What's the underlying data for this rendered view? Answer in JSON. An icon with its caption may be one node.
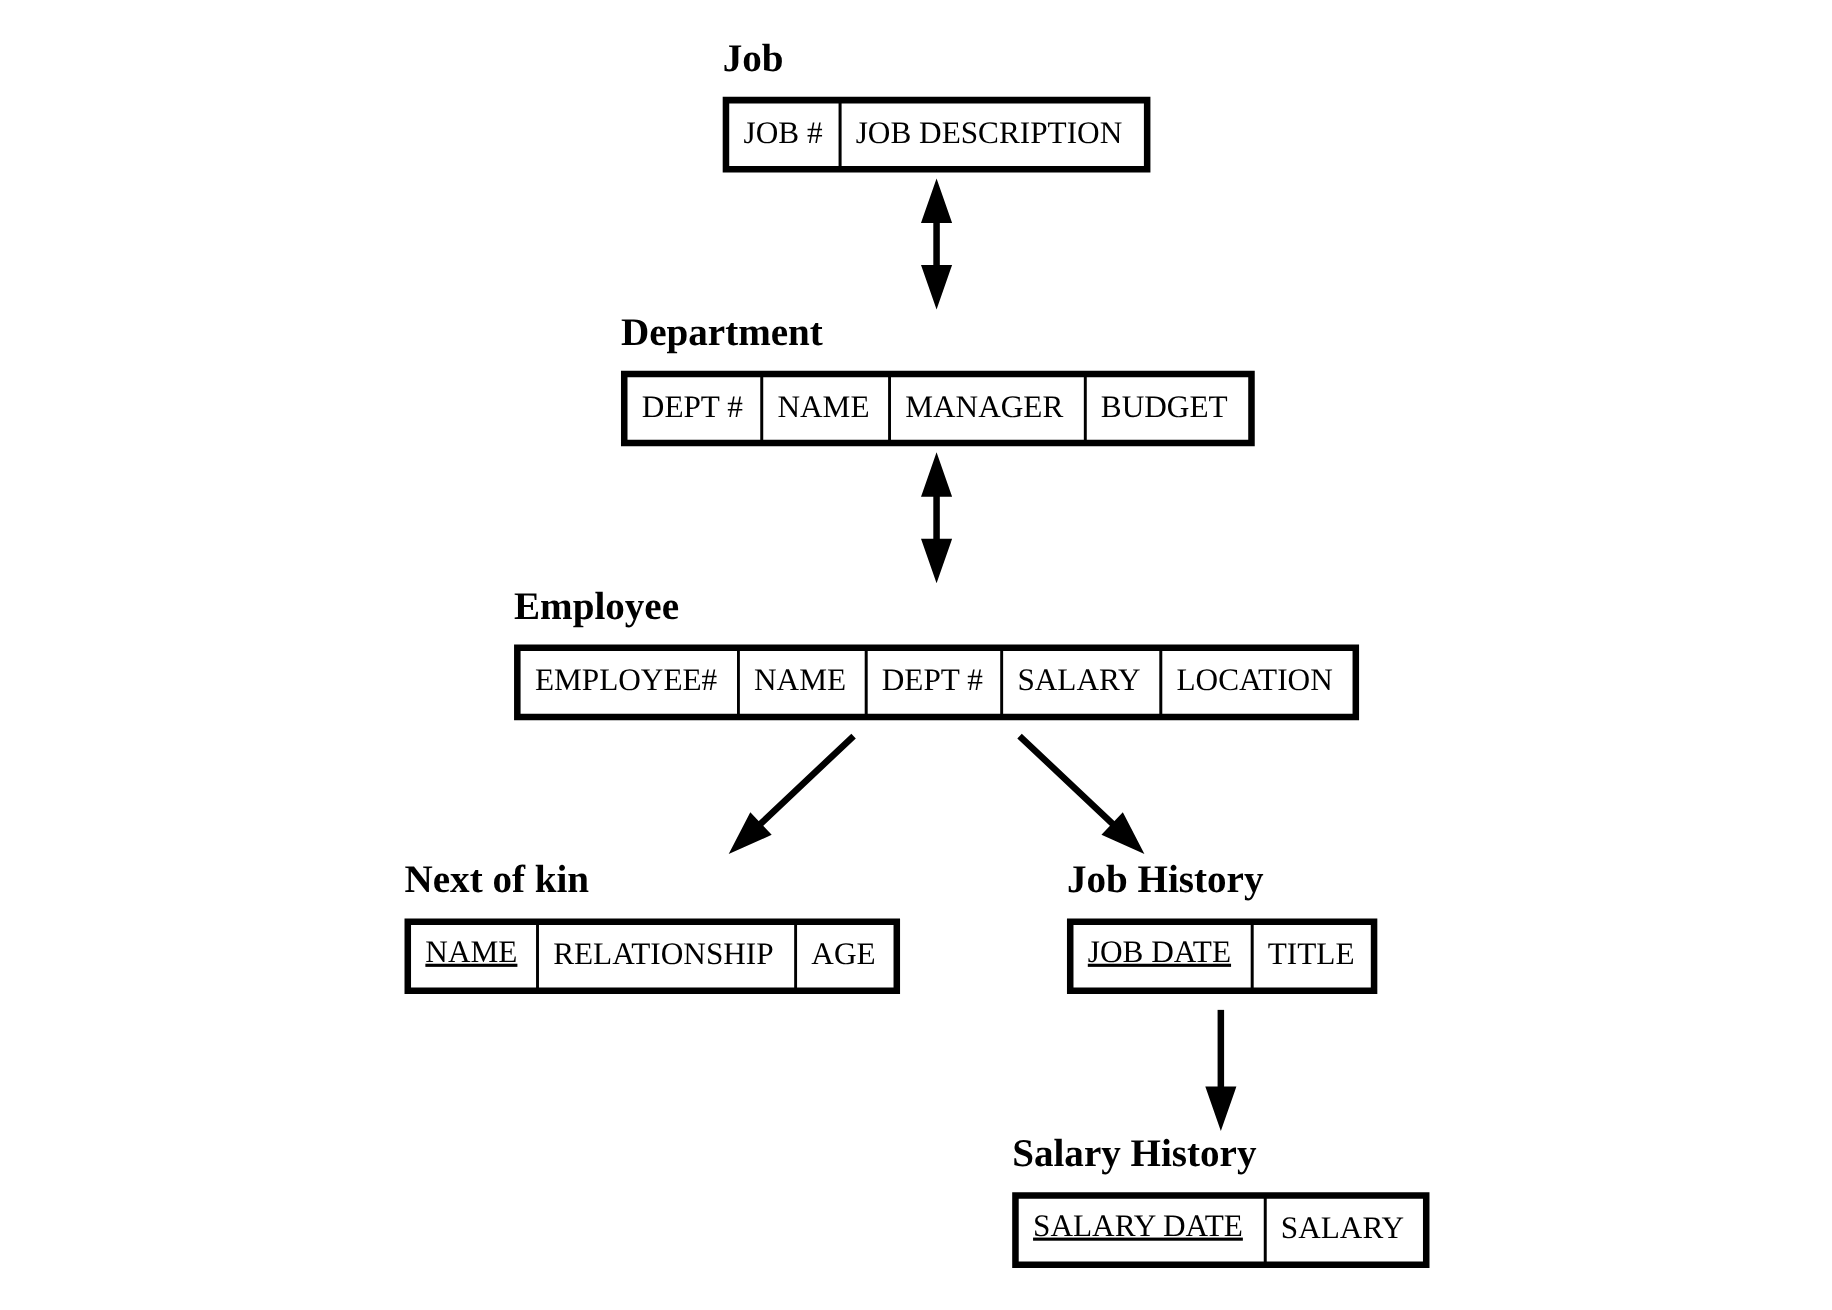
{
  "diagram": {
    "nodes": [
      {
        "text": [
          "Department",
          "DEPT #",
          "NAME",
          "MANAGER",
          "BUDGET"
        ]
      },
      {
        "text": [
          "Employee",
          "EMPLOYEE#",
          "NAME",
          "DEPT #",
          "SALARY",
          "LOCATION"
        ]
      },
      {
        "text": [
          "Job",
          "JOB #",
          "JOB DESCRIPTION"
        ]
      },
      {
        "text": [
          "Next of kin",
          "NAME",
          "RELATIONSHIP",
          "AGE"
        ]
      },
      {
        "text": [
          "Job History",
          "JOB DATE",
          "TITLE"
        ]
      },
      {
        "text": [
          "Salary History",
          "SALARY DATE",
          "SALARY"
        ]
      }
    ],
    "edges": [
      {
        "from": 2,
        "to": 0,
        "arrow": "both"
      },
      {
        "from": 0,
        "to": 1,
        "arrow": "both"
      },
      {
        "from": 1,
        "to": 4,
        "arrow": "to"
      },
      {
        "from": 1,
        "to": 3,
        "arrow": "to"
      },
      {
        "from": 4,
        "to": 5,
        "arrow": "to"
      }
    ]
  }
}
